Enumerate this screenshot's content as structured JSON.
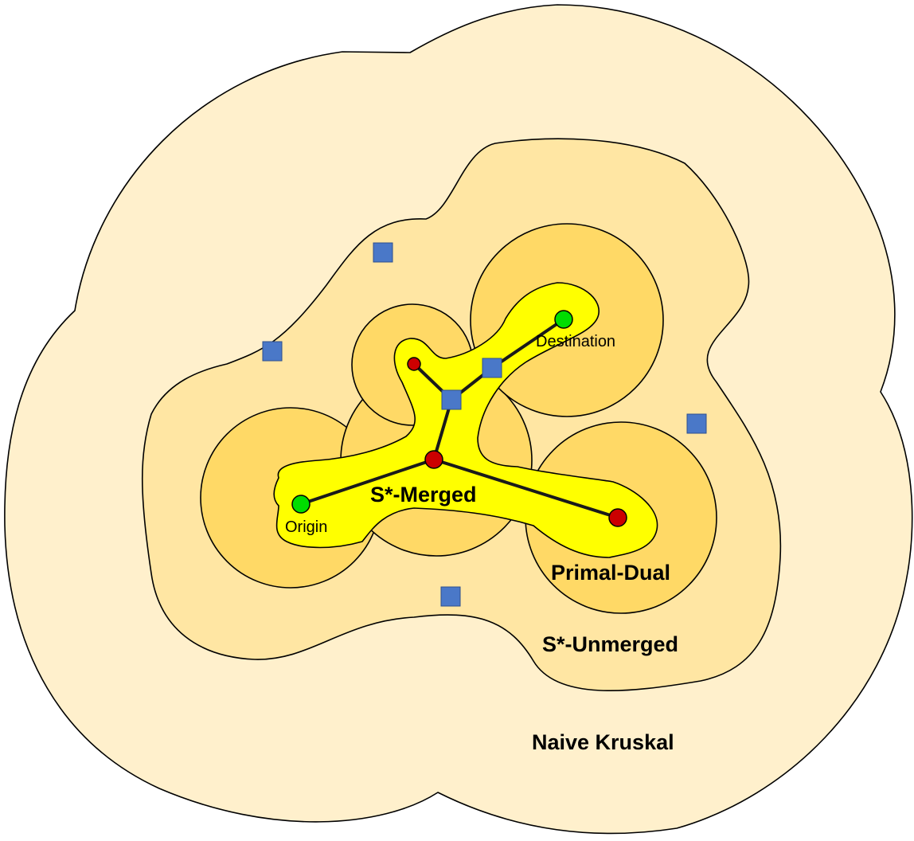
{
  "colors": {
    "naive_kruskal_fill": "#fff0cc",
    "s_unmerged_fill": "#ffe6a3",
    "primal_dual_fill": "#ffd966",
    "s_merged_fill": "#ffff00",
    "terminal_fill": "#00dd00",
    "steiner_red_fill": "#cc0000",
    "steiner_square_fill": "#4a78c8"
  },
  "regions": {
    "naive_kruskal": "Naive Kruskal",
    "s_unmerged": "S*-Unmerged",
    "primal_dual": "Primal-Dual",
    "s_merged": "S*-Merged"
  },
  "terminals": {
    "origin": "Origin",
    "destination": "Destination"
  }
}
